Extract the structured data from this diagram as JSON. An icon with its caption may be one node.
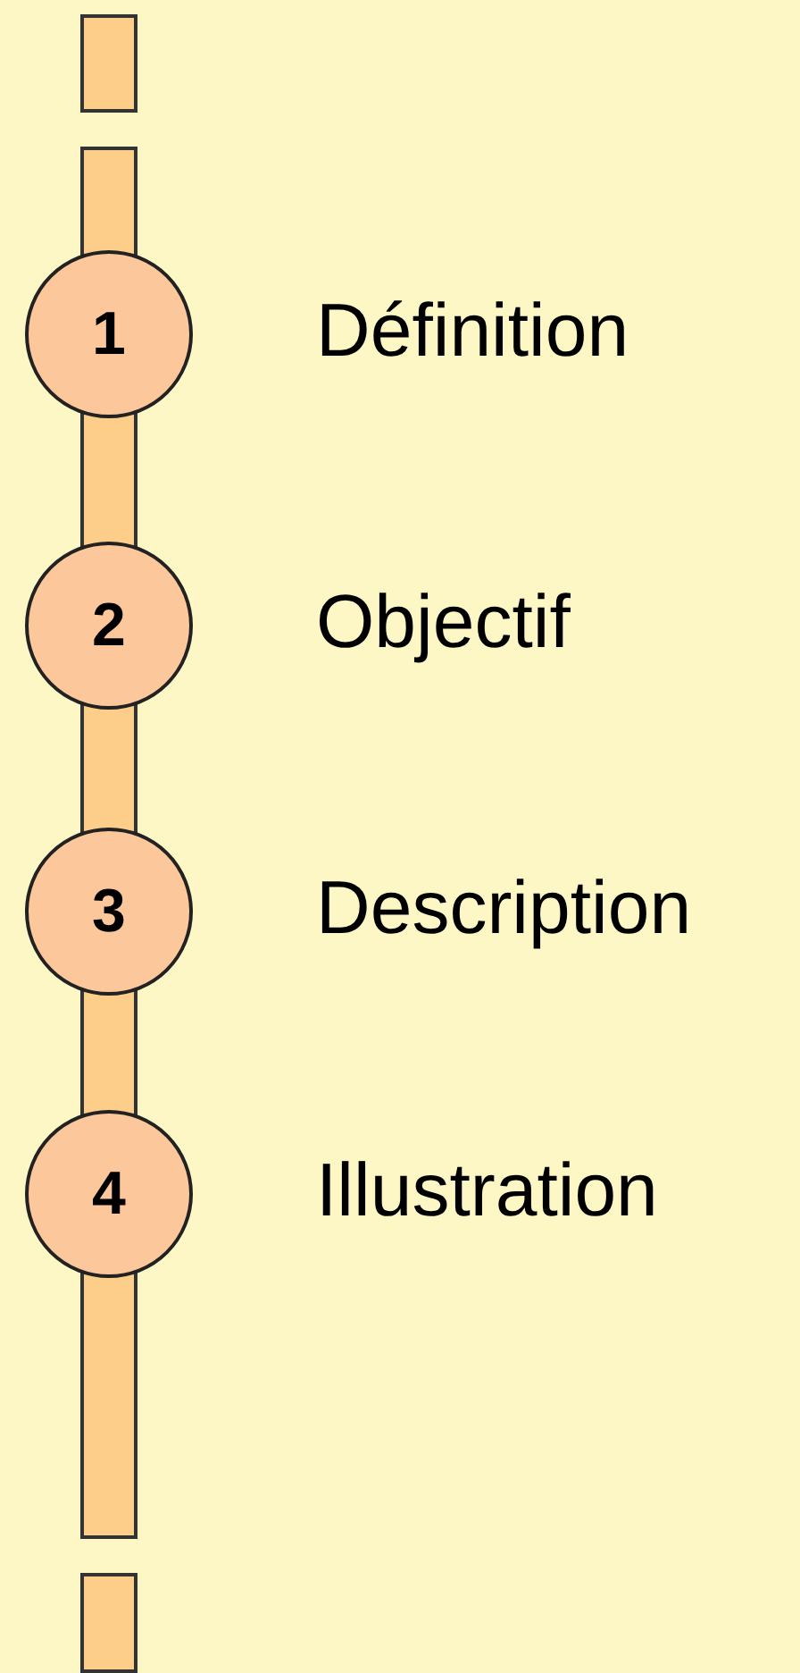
{
  "diagram": {
    "nodes": [
      {
        "text": [
          "1"
        ],
        "beside": [
          "Définition"
        ]
      },
      {
        "text": [
          "2"
        ],
        "beside": [
          "Objectif"
        ]
      },
      {
        "text": [
          "3"
        ],
        "beside": [
          "Description"
        ]
      },
      {
        "text": [
          "4"
        ],
        "beside": [
          "Illustration"
        ]
      }
    ]
  }
}
